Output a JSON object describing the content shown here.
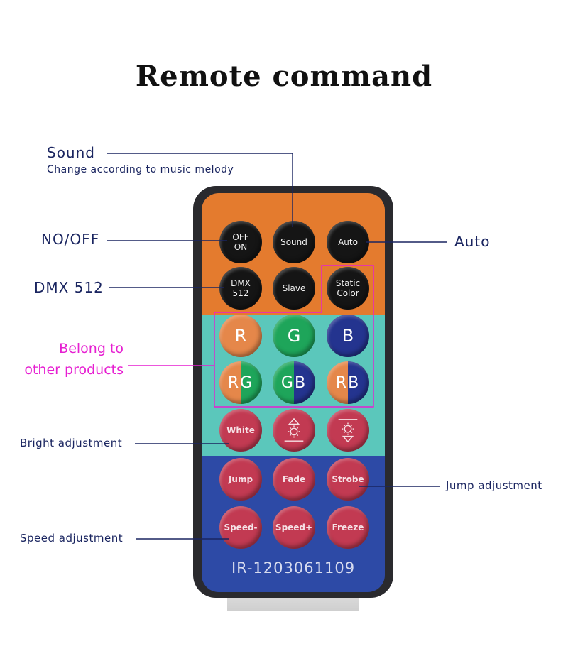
{
  "title": "Remote command",
  "model": "IR-1203061109",
  "colors": {
    "label": "#1a2560",
    "highlight": "#e61fd1",
    "orange_band": "#e47b2e",
    "teal_band": "#5bc7bb",
    "blue_band": "#2d4aa6"
  },
  "annotations": {
    "sound": "Sound",
    "sound_desc": "Change according to music melody",
    "on_off": "NO/OFF",
    "auto": "Auto",
    "dmx": "DMX 512",
    "belong_line1": "Belong to",
    "belong_line2": "other products",
    "bright": "Bright adjustment",
    "jump": "Jump adjustment",
    "speed": "Speed adjustment"
  },
  "buttons": {
    "off_on": "OFF\nON",
    "sound": "Sound",
    "auto": "Auto",
    "dmx": "DMX\n512",
    "slave": "Slave",
    "static_color": "Static\nColor",
    "r": "R",
    "g": "G",
    "b": "B",
    "rg": "RG",
    "gb": "GB",
    "rb": "RB",
    "white": "White",
    "bright_up_icon": "sun-up-icon",
    "bright_down_icon": "sun-down-icon",
    "jump": "Jump",
    "fade": "Fade",
    "strobe": "Strobe",
    "speed_minus": "Speed-",
    "speed_plus": "Speed+",
    "freeze": "Freeze"
  }
}
